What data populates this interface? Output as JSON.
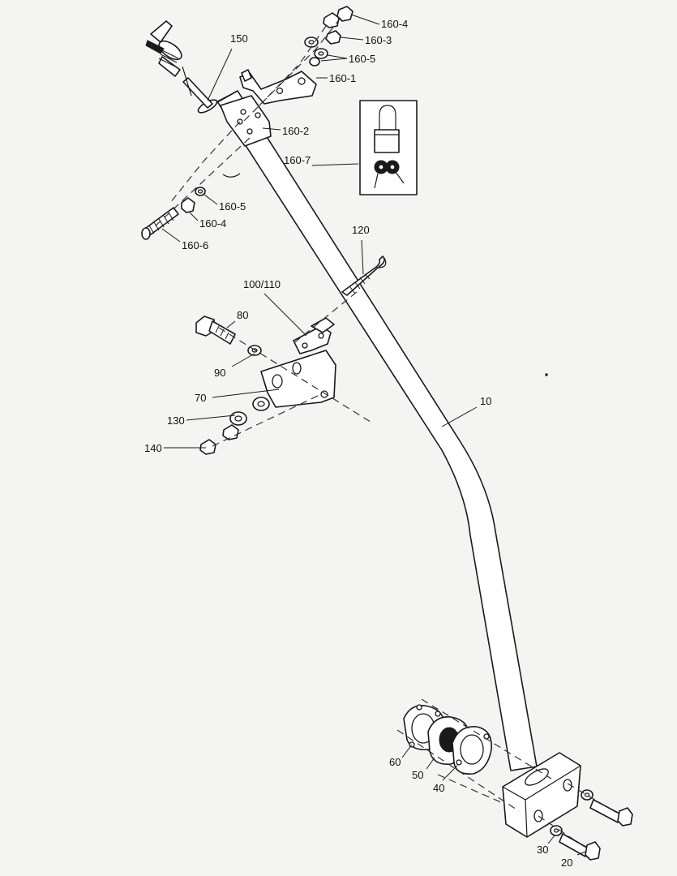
{
  "callouts": {
    "c_160_4_top": "160-4",
    "c_150": "150",
    "c_160_3": "160-3",
    "c_160_5_top": "160-5",
    "c_160_1": "160-1",
    "c_160_2": "160-2",
    "c_160_7": "160-7",
    "c_160_5_low": "160-5",
    "c_160_4_low": "160-4",
    "c_160_6": "160-6",
    "c_120": "120",
    "c_100_110": "100/110",
    "c_80": "80",
    "c_90": "90",
    "c_70": "70",
    "c_10": "10",
    "c_130": "130",
    "c_140": "140",
    "c_60": "60",
    "c_50": "50",
    "c_40": "40",
    "c_30": "30",
    "c_20": "20"
  }
}
